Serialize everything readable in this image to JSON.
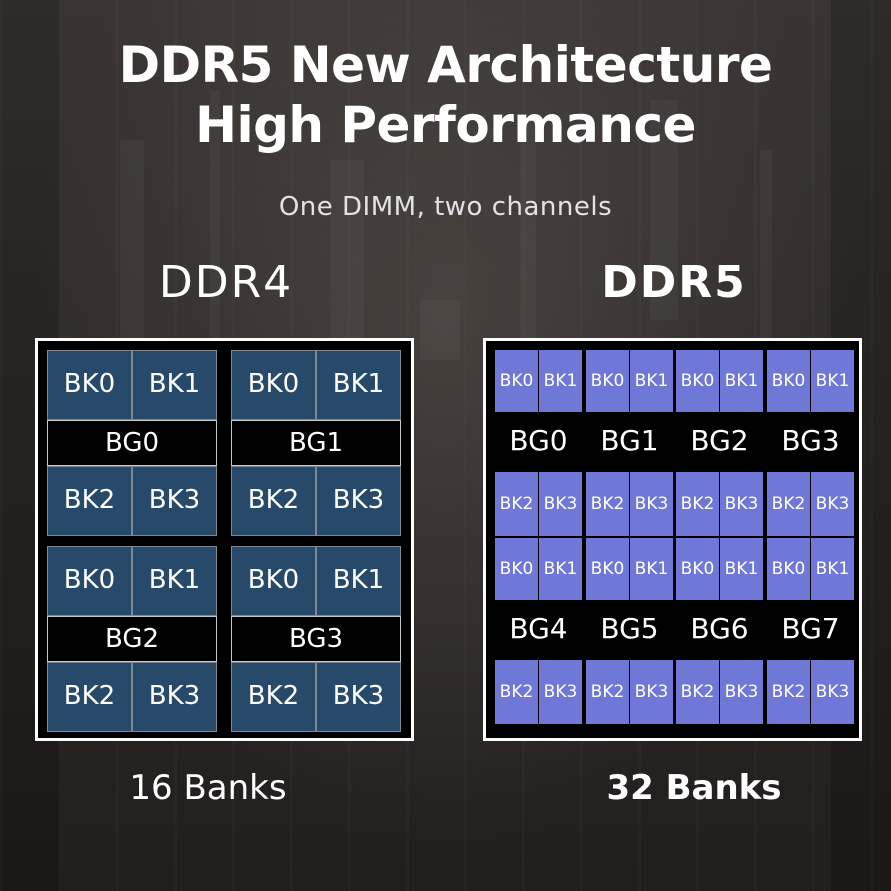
{
  "title_line1": "DDR5 New Architecture",
  "title_line2": "High Performance",
  "subtitle": "One DIMM, two channels",
  "ddr4": {
    "title": "DDR4",
    "banks_label": "16 Banks",
    "groups": [
      {
        "label": "BG0",
        "banks_top": [
          "BK0",
          "BK1"
        ],
        "banks_bottom": [
          "BK2",
          "BK3"
        ]
      },
      {
        "label": "BG1",
        "banks_top": [
          "BK0",
          "BK1"
        ],
        "banks_bottom": [
          "BK2",
          "BK3"
        ]
      },
      {
        "label": "BG2",
        "banks_top": [
          "BK0",
          "BK1"
        ],
        "banks_bottom": [
          "BK2",
          "BK3"
        ]
      },
      {
        "label": "BG3",
        "banks_top": [
          "BK0",
          "BK1"
        ],
        "banks_bottom": [
          "BK2",
          "BK3"
        ]
      }
    ]
  },
  "ddr5": {
    "title": "DDR5",
    "banks_label": "32 Banks",
    "groups": [
      {
        "label": "BG0",
        "banks_top": [
          "BK0",
          "BK1"
        ],
        "banks_bottom": [
          "BK2",
          "BK3"
        ]
      },
      {
        "label": "BG1",
        "banks_top": [
          "BK0",
          "BK1"
        ],
        "banks_bottom": [
          "BK2",
          "BK3"
        ]
      },
      {
        "label": "BG2",
        "banks_top": [
          "BK0",
          "BK1"
        ],
        "banks_bottom": [
          "BK2",
          "BK3"
        ]
      },
      {
        "label": "BG3",
        "banks_top": [
          "BK0",
          "BK1"
        ],
        "banks_bottom": [
          "BK2",
          "BK3"
        ]
      },
      {
        "label": "BG4",
        "banks_top": [
          "BK0",
          "BK1"
        ],
        "banks_bottom": [
          "BK2",
          "BK3"
        ]
      },
      {
        "label": "BG5",
        "banks_top": [
          "BK0",
          "BK1"
        ],
        "banks_bottom": [
          "BK2",
          "BK3"
        ]
      },
      {
        "label": "BG6",
        "banks_top": [
          "BK0",
          "BK1"
        ],
        "banks_bottom": [
          "BK2",
          "BK3"
        ]
      },
      {
        "label": "BG7",
        "banks_top": [
          "BK0",
          "BK1"
        ],
        "banks_bottom": [
          "BK2",
          "BK3"
        ]
      }
    ]
  },
  "colors": {
    "ddr4_bank": "#274a6b",
    "ddr5_bank": "#6f78d6",
    "group_label_bg": "#000000",
    "frame": "#ffffff"
  }
}
